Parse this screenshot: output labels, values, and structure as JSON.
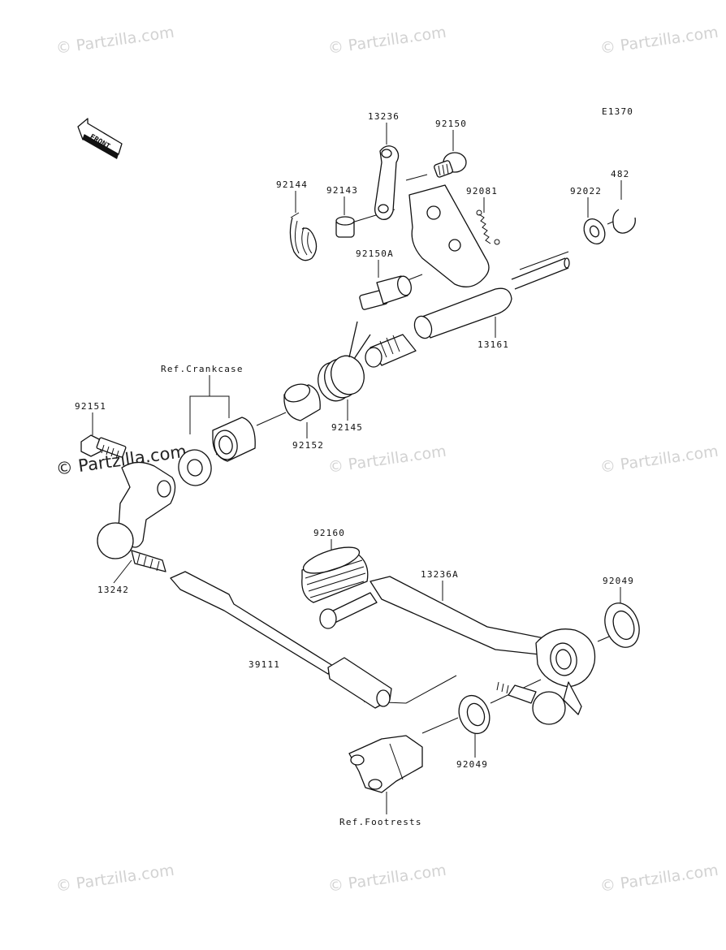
{
  "diagram_code": "E1370",
  "front_label": "FRONT",
  "watermark": "© Partzilla.com",
  "watermark_prominent": "© Partzilla.com",
  "parts": {
    "p13236": "13236",
    "p92150": "92150",
    "p92144": "92144",
    "p92143": "92143",
    "p92081": "92081",
    "p92022": "92022",
    "p482": "482",
    "p92150A": "92150A",
    "p13161": "13161",
    "p92145": "92145",
    "p92152": "92152",
    "p92151": "92151",
    "p13242": "13242",
    "p92160": "92160",
    "p13236A": "13236A",
    "p92049a": "92049",
    "p39111": "39111",
    "p92049b": "92049"
  },
  "refs": {
    "crankcase": "Ref.Crankcase",
    "footrests": "Ref.Footrests"
  }
}
